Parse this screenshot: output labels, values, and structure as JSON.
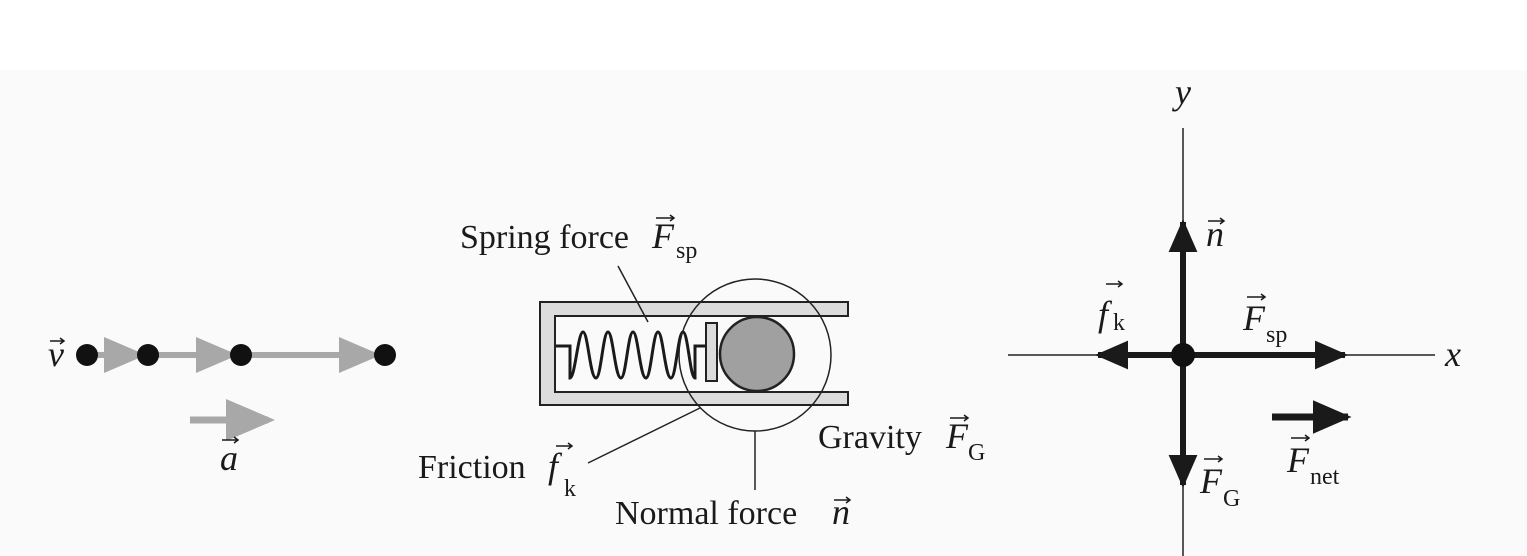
{
  "motion_diagram": {
    "velocity_symbol": "v",
    "acceleration_symbol": "a"
  },
  "physical_setup": {
    "spring_label": "Spring force",
    "spring_symbol": "F",
    "spring_sub": "sp",
    "friction_label": "Friction",
    "friction_symbol": "f",
    "friction_sub": "k",
    "normal_label": "Normal force",
    "normal_symbol": "n",
    "gravity_label": "Gravity",
    "gravity_symbol": "F",
    "gravity_sub": "G"
  },
  "free_body_diagram": {
    "x_axis": "x",
    "y_axis": "y",
    "normal_symbol": "n",
    "friction_symbol": "f",
    "friction_sub": "k",
    "spring_symbol": "F",
    "spring_sub": "sp",
    "gravity_symbol": "F",
    "gravity_sub": "G",
    "net_symbol": "F",
    "net_sub": "net"
  },
  "colors": {
    "ink": "#1a1a1a",
    "gray": "#a8a8a8",
    "ball": "#a0a0a0",
    "wall": "#dcdcdc"
  }
}
